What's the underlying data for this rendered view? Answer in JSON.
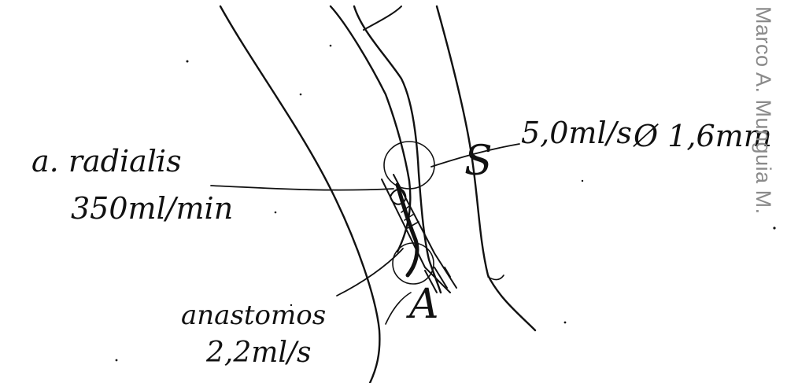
{
  "labels": {
    "artery_name": "a. radialis",
    "artery_flow": "350ml/min",
    "vein_flow": "5,0ml/s",
    "vein_diameter": "Ø 1,6mm",
    "anastomosis_name": "anastomos",
    "anastomosis_value": "2,2ml/s",
    "letter_s": "S",
    "letter_a": "A"
  },
  "author": "Marco A. Munguia M."
}
